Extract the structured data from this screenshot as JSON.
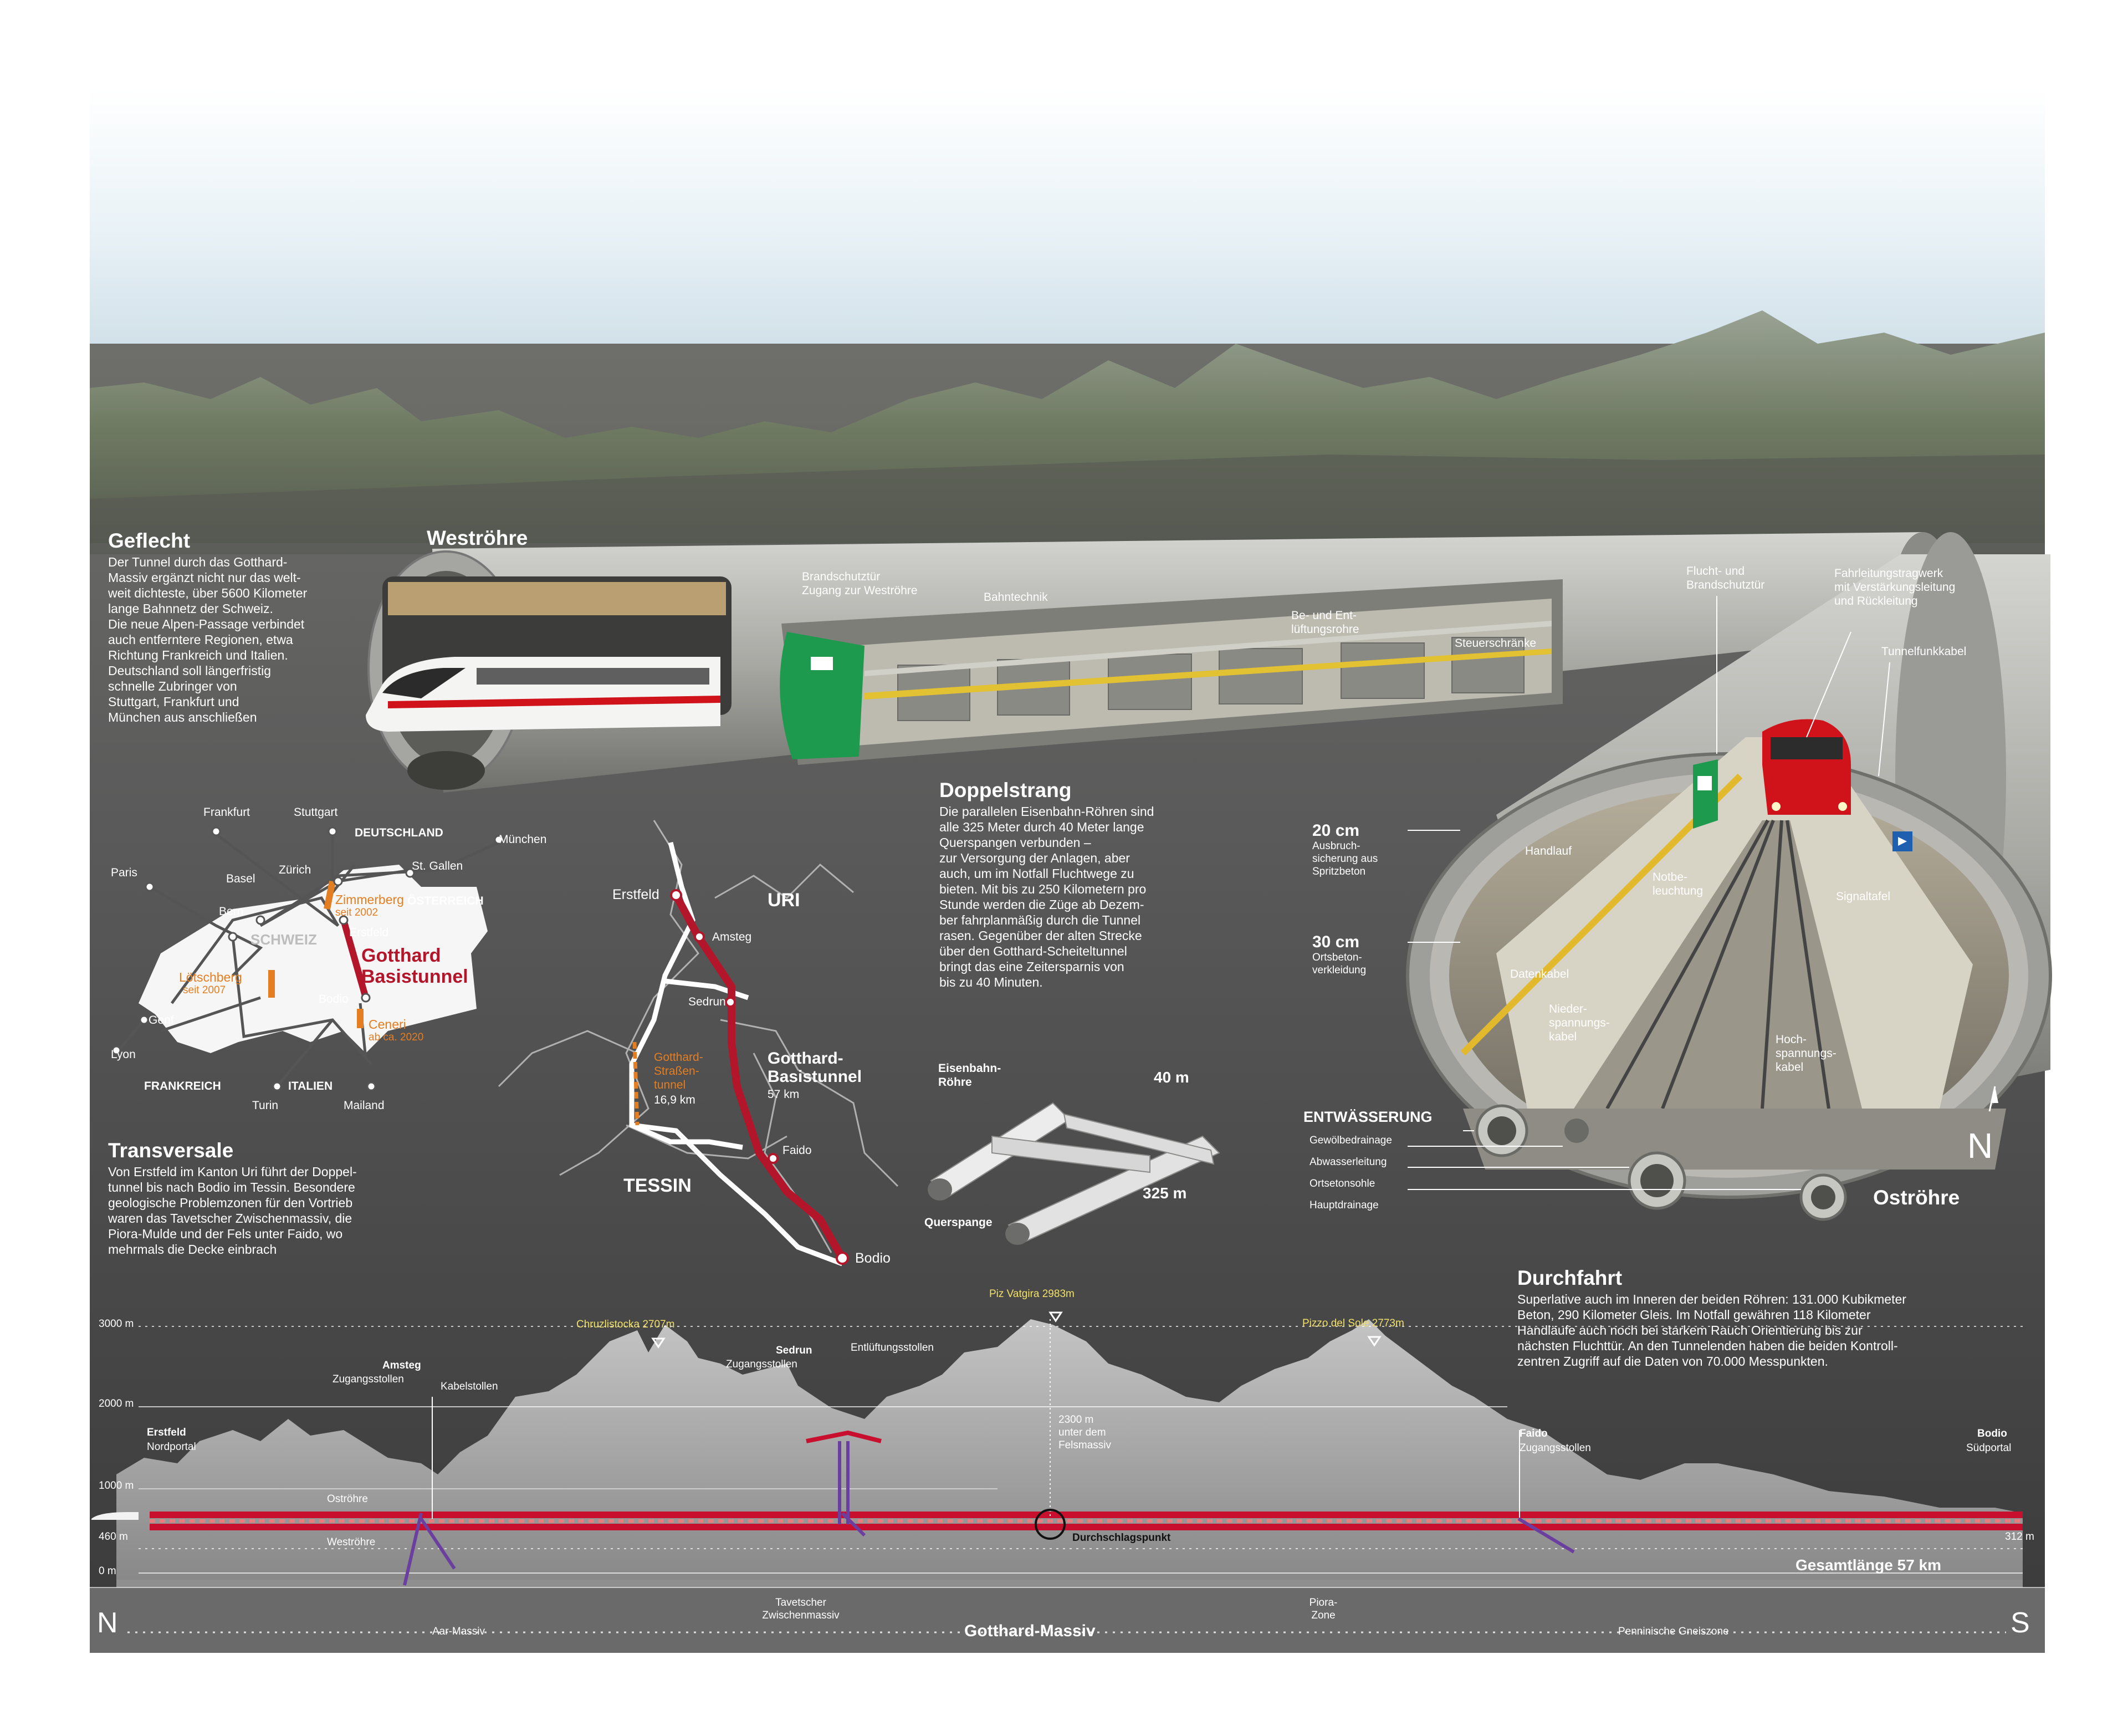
{
  "colors": {
    "sky": "#dfeef6",
    "rock": "#5a5a5a",
    "tunnel_red": "#c8102e",
    "accent_orange": "#e47e22",
    "peak_yellow": "#f1e06a",
    "route_red": "#b3162b",
    "gallery_purple": "#6b3fa0",
    "emergency_green": "#1d9a4e"
  },
  "geflecht": {
    "title": "Geflecht",
    "body": "Der Tunnel durch das Gotthard-\nMassiv ergänzt nicht nur das welt-\nweit dichteste, über 5600 Kilometer\nlange Bahnnetz der Schweiz.\nDie neue Alpen-Passage verbindet\nauch entferntere Regionen, etwa\nRichtung Frankreich und Italien.\nDeutschland soll längerfristig\nschnelle Zubringer von\nStuttgart, Frankfurt und\nMünchen aus anschließen"
  },
  "westroehre_label": "Weströhre",
  "westroehre_callouts": [
    "Brandschutztür\nZugang zur Weströhre",
    "Bahntechnik",
    "Be- und Ent-\nlüftungsrohre",
    "Steuerschränke"
  ],
  "oestroehre": {
    "label": "Oströhre",
    "callouts": [
      "Flucht- und\nBrandschutztür",
      "Fahrleitungstragwerk\nmit Verstärkungsleitung\nund Rückleitung",
      "Tunnelfunkkabel",
      "Handlauf",
      "Notbe-\nleuchtung",
      "Signaltafel",
      "Datenkabel",
      "Nieder-\nspannungs-\nkabel",
      "Hoch-\nspannungs-\nkabel"
    ],
    "layers": [
      {
        "value": "20 cm",
        "text": "Ausbruch-\nsicherung aus\nSpritzbeton"
      },
      {
        "value": "30 cm",
        "text": "Ortsbeton-\nverkleidung"
      }
    ],
    "drainage_title": "ENTWÄSSERUNG",
    "drainage_items": [
      "Gewölbedrainage",
      "Abwasserleitung",
      "Ortsetonsohle",
      "Hauptdrainage"
    ],
    "compass": "N"
  },
  "map": {
    "cities": [
      "Frankfurt",
      "Stuttgart",
      "München",
      "Paris",
      "Basel",
      "Zürich",
      "St. Gallen",
      "Bern",
      "Erstfeld",
      "Bodio",
      "Genf",
      "Lyon",
      "Turin",
      "Mailand"
    ],
    "countries": [
      "DEUTSCHLAND",
      "ÖSTERREICH",
      "SCHWEIZ",
      "FRANKREICH",
      "ITALIEN"
    ],
    "zimmerberg": "Zimmerberg",
    "zimmerberg_year": "seit 2002",
    "loetschberg": "Lötschberg",
    "loetschberg_year": "seit 2007",
    "ceneri": "Ceneri",
    "ceneri_year": "ab ca. 2020",
    "gotthard_label": "Gotthard\nBasistunnel"
  },
  "region": {
    "uri": "URI",
    "tessin": "TESSIN",
    "stations": [
      "Erstfeld",
      "Amsteg",
      "Sedrun",
      "Faido",
      "Bodio"
    ],
    "road_tunnel": "Gotthard-\nStraßen-\ntunnel",
    "road_tunnel_length": "16,9 km",
    "base_tunnel": "Gotthard-\nBasistunnel",
    "base_tunnel_length": "57 km"
  },
  "doppelstrang": {
    "title": "Doppelstrang",
    "body": "Die parallelen Eisenbahn-Röhren sind\nalle 325 Meter durch 40 Meter lange\nQuerspangen verbunden –\nzur Versorgung der Anlagen, aber\nauch, um im Notfall Fluchtwege zu\nbieten. Mit bis zu 250 Kilometern pro\nStunde werden die Züge ab Dezem-\nber fahrplanmäßig durch die Tunnel\nrasen. Gegenüber der alten Strecke\nüber den Gotthard-Scheiteltunnel\nbringt das eine Zeitersparnis von\nbis zu 40 Minuten.",
    "tube_label": "Eisenbahn-\nRöhre",
    "cross_label": "Querspange",
    "dim_40": "40 m",
    "dim_325": "325 m"
  },
  "transversale": {
    "title": "Transversale",
    "body": "Von Erstfeld im Kanton Uri führt der Doppel-\ntunnel bis nach Bodio im Tessin. Besondere\ngeologische Problemzonen für den Vortrieb\nwaren das Tavetscher Zwischenmassiv, die\nPiora-Mulde und der Fels unter Faido, wo\nmehrmals die Decke einbrach"
  },
  "durchfahrt": {
    "title": "Durchfahrt",
    "body": "Superlative auch im Inneren der beiden Röhren: 131.000 Kubikmeter\nBeton, 290 Kilometer Gleis. Im Notfall gewähren 118 Kilometer\nHandläufe auch noch bei starkem Rauch Orientierung bis zur\nnächsten Fluchttür. An den Tunnelenden haben die beiden Kontroll-\nzentren Zugriff auf die Daten von 70.000 Messpunkten."
  },
  "profile": {
    "altitude_ticks": [
      "3000 m",
      "2000 m",
      "1000 m",
      "460 m",
      "0 m"
    ],
    "right_altitude": "312 m",
    "peaks": [
      {
        "name": "Chruzlistocka 2707m",
        "elevation": 2707
      },
      {
        "name": "Piz Vatgira 2983m",
        "elevation": 2983
      },
      {
        "name": "Pizzo del Sole 2773m",
        "elevation": 2773
      }
    ],
    "stations": [
      {
        "name": "Erstfeld",
        "sub": "Nordportal"
      },
      {
        "name": "Amsteg",
        "sub": "Zugangsstollen"
      },
      {
        "name": "Sedrun",
        "sub": "Zugangsstollen"
      },
      {
        "name": "Faido",
        "sub": "Zugangsstollen"
      },
      {
        "name": "Bodio",
        "sub": "Südportal"
      }
    ],
    "kabelstollen": "Kabelstollen",
    "entlueftung": "Entlüftungsstollen",
    "depth_note": "2300 m\nunter dem\nFelsmassiv",
    "oestroehre": "Oströhre",
    "westroehre": "Weströhre",
    "durchschlag": "Durchschlagspunkt",
    "total_length": "Gesamtlänge 57 km"
  },
  "geology": {
    "north": "N",
    "south": "S",
    "aar": "Aar-Massiv",
    "tavetsch": "Tavetscher\nZwischenmassiv",
    "gotthard": "Gotthard-Massiv",
    "piora": "Piora-\nZone",
    "penninisch": "Penninische Gneiszone"
  }
}
